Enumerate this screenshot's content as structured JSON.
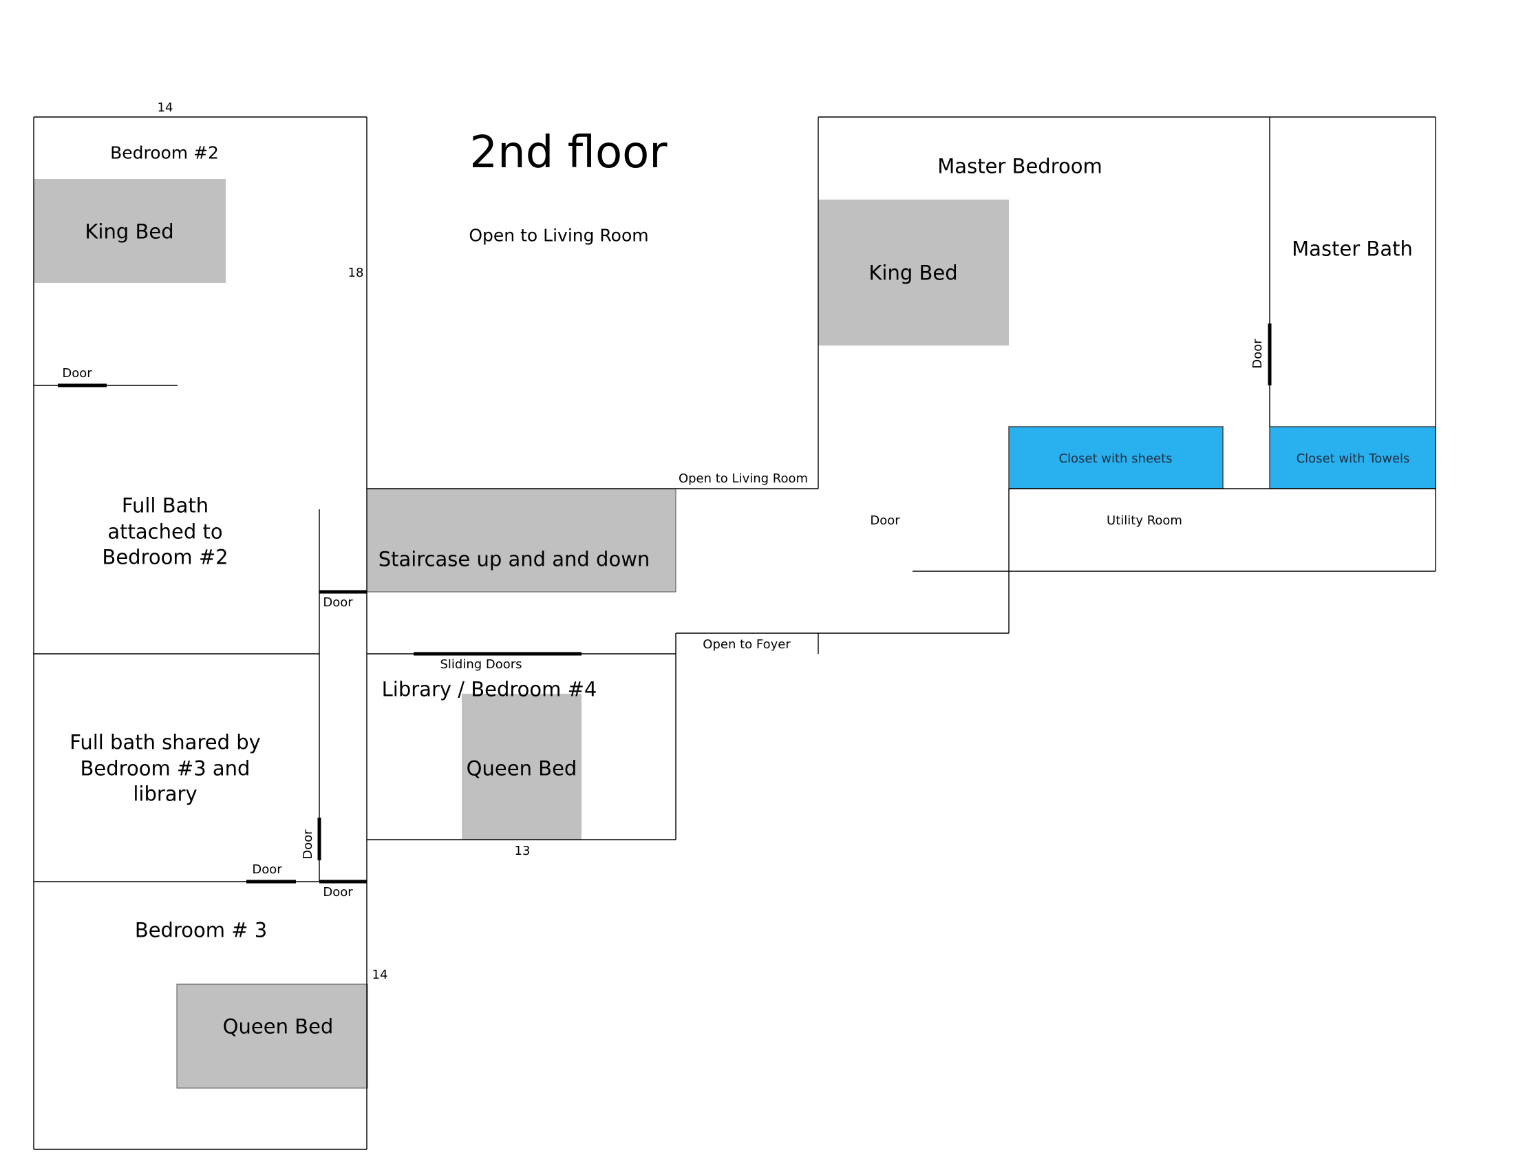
{
  "title": "2nd floor",
  "colors": {
    "bed_fill": "#c0c0c0",
    "closet_fill": "#29b0ef",
    "wall": "#000000"
  },
  "dimensions": {
    "top_width": "14",
    "side_length": "18",
    "library_width": "13",
    "bedroom3_length": "14"
  },
  "rooms": {
    "bedroom2": "Bedroom #2",
    "open_living_top": "Open to Living Room",
    "master_bedroom": "Master Bedroom",
    "master_bath": "Master Bath",
    "full_bath_2": "Full Bath\nattached to\nBedroom #2",
    "staircase": "Staircase up and and down",
    "library": "Library / Bedroom #4",
    "full_bath_shared": "Full bath shared by\nBedroom #3 and\nlibrary",
    "bedroom3": "Bedroom # 3",
    "utility": "Utility Room"
  },
  "furniture": {
    "bed_bedroom2": "King Bed",
    "bed_master": "King Bed",
    "bed_library": "Queen Bed",
    "bed_bedroom3": "Queen Bed",
    "closet_sheets": "Closet with sheets",
    "closet_towels": "Closet with Towels"
  },
  "openings": {
    "door": "Door",
    "open_living": "Open to Living Room",
    "open_foyer": "Open to Foyer",
    "sliding": "Sliding Doors"
  }
}
